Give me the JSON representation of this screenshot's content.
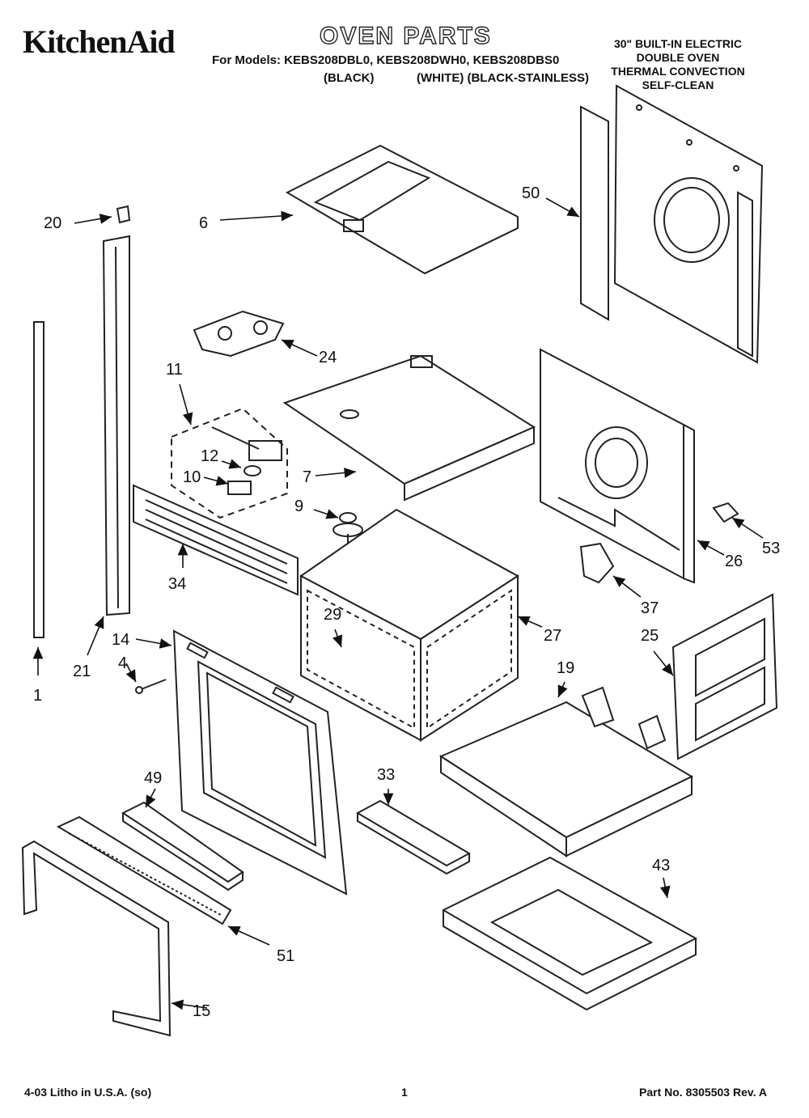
{
  "header": {
    "brand": "KitchenAid",
    "title": "OVEN PARTS",
    "models_line": "For Models: KEBS208DBL0, KEBS208DWH0, KEBS208DBS0",
    "color_black": "(BLACK)",
    "color_white_stainless": "(WHITE) (BLACK-STAINLESS)",
    "product_lines": [
      "30\" BUILT-IN ELECTRIC",
      "DOUBLE OVEN",
      "THERMAL CONVECTION",
      "SELF-CLEAN"
    ]
  },
  "callouts": [
    "20",
    "6",
    "50",
    "24",
    "11",
    "12",
    "10",
    "7",
    "9",
    "34",
    "29",
    "27",
    "26",
    "53",
    "37",
    "25",
    "14",
    "4",
    "21",
    "1",
    "19",
    "49",
    "33",
    "43",
    "51",
    "15"
  ],
  "footer": {
    "litho": "4-03 Litho in U.S.A. (so)",
    "page": "1",
    "part_no": "Part No. 8305503 Rev. A"
  }
}
